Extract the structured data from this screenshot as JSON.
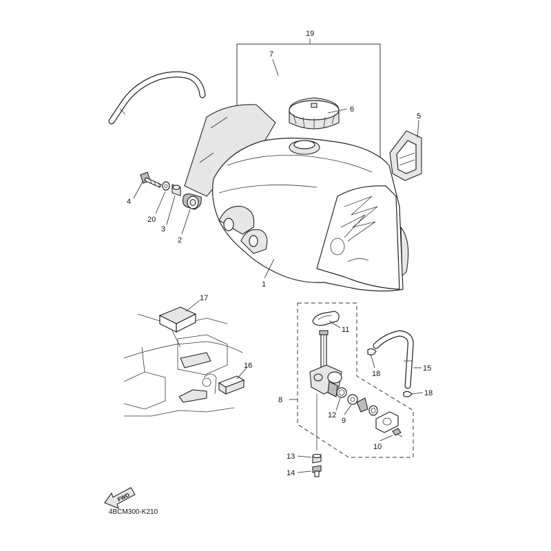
{
  "diagram": {
    "part_labels": {
      "p1": "1",
      "p2": "2",
      "p3": "3",
      "p4": "4",
      "p5": "5",
      "p6": "6",
      "p7": "7",
      "p8": "8",
      "p9": "9",
      "p10": "10",
      "p11": "11",
      "p12": "12",
      "p13": "13",
      "p14": "14",
      "p15": "15",
      "p16": "16",
      "p17": "17",
      "p18a": "18",
      "p18b": "18",
      "p19": "19",
      "p20": "20"
    },
    "fwd_label": "FWD",
    "drawing_code": "4BCM300-K210"
  }
}
